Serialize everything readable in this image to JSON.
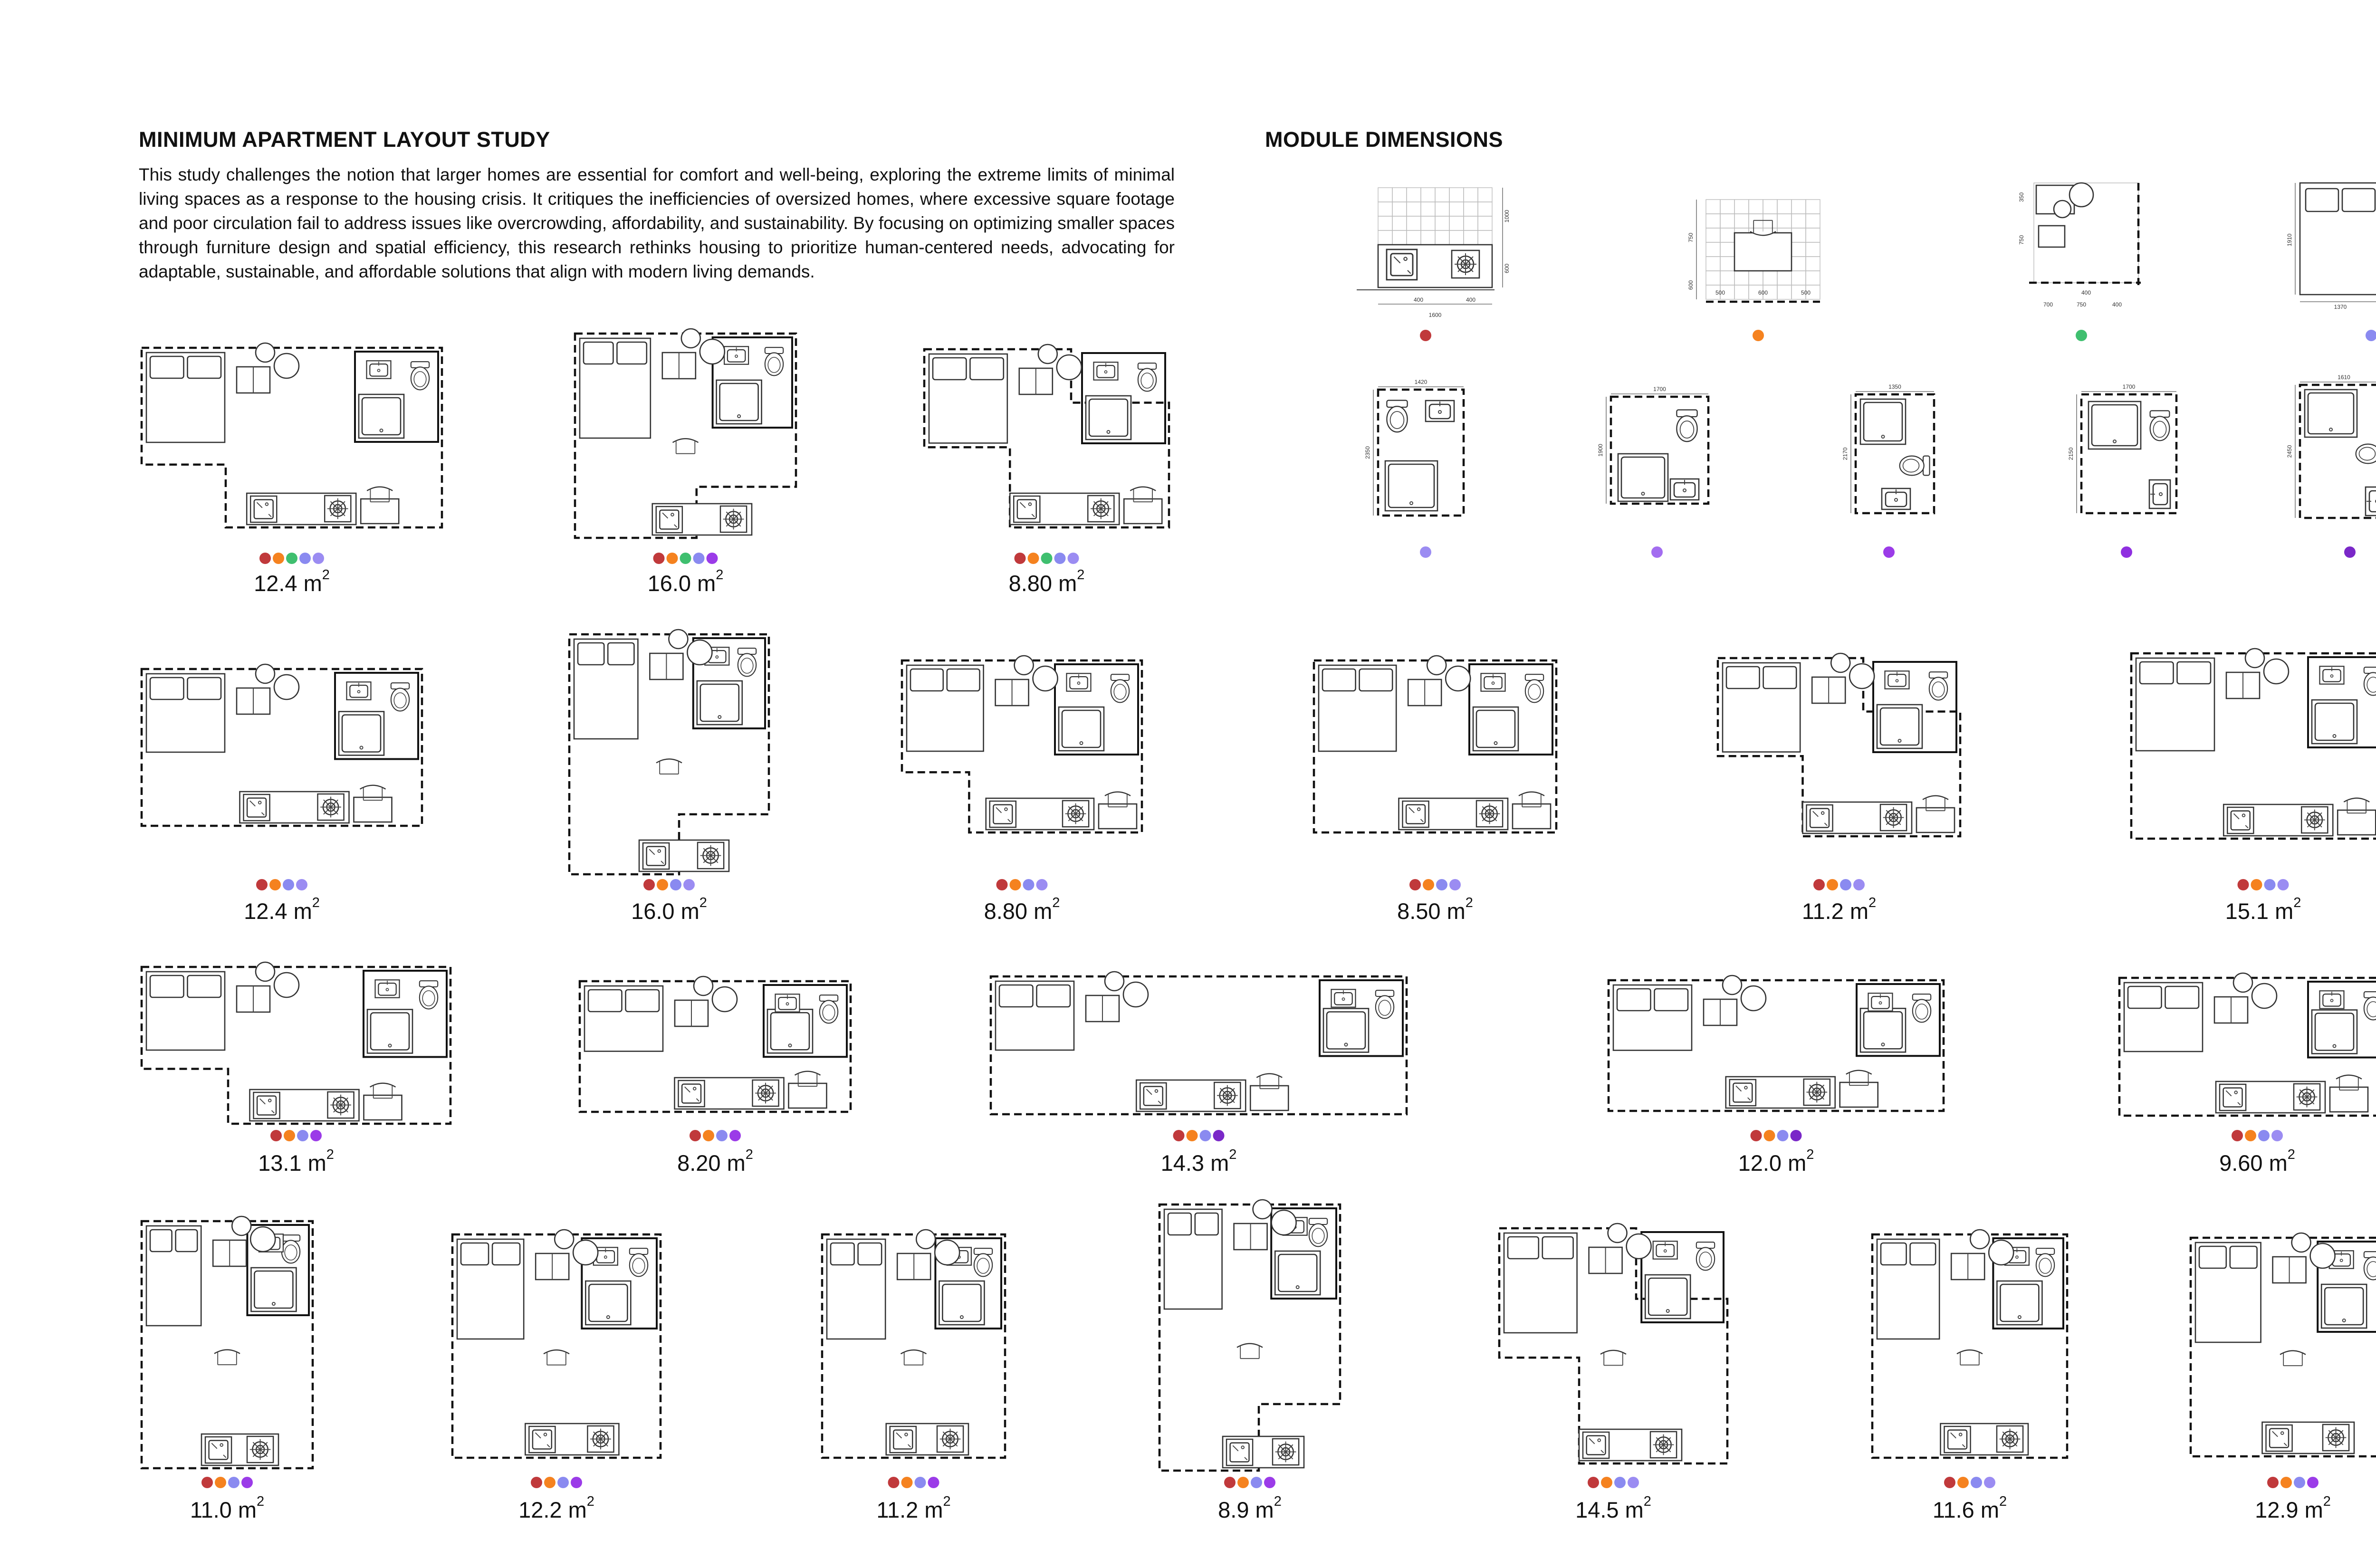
{
  "study_title": "MINIMUM APARTMENT LAYOUT STUDY",
  "module_title": "MODULE DIMENSIONS",
  "intro": "This study challenges the notion that larger homes are essential for comfort and well-being, exploring the extreme limits of minimal living spaces as a response to the housing crisis. It critiques the inefficiencies of oversized homes, where excessive square footage and poor circulation fail to address issues like overcrowding, affordability, and sustainability. By focusing on optimizing smaller spaces through furniture design and spatial efficiency, this research rethinks housing to prioritize human-centered needs, advocating for adaptable, sustainable, and affordable solutions that align with modern living demands.",
  "area_unit": "m",
  "area_exponent": "2",
  "module_colors": [
    "#c0393b",
    "#f5821f",
    "#3fbf6f",
    "#8a8af0",
    "#9b8cf2",
    "#a36df0",
    "#9b3be8",
    "#8f2fe0",
    "#7a28c8"
  ],
  "modules": [
    {
      "kind": "kitchen",
      "dims": [
        "1600",
        "400",
        "400",
        "1000",
        "600"
      ]
    },
    {
      "kind": "desk",
      "dims": [
        "500",
        "600",
        "500",
        "750",
        "600"
      ]
    },
    {
      "kind": "wardrobe",
      "dims": [
        "700",
        "750",
        "400",
        "400",
        "750",
        "350"
      ]
    },
    {
      "kind": "bed",
      "dims": [
        "1370",
        "1910"
      ]
    },
    {
      "kind": "bath",
      "dims": [
        "1420",
        "2350"
      ]
    },
    {
      "kind": "bath",
      "dims": [
        "1700",
        "1900"
      ]
    },
    {
      "kind": "bath",
      "dims": [
        "1350",
        "2170"
      ]
    },
    {
      "kind": "bath",
      "dims": [
        "1700",
        "2150"
      ]
    },
    {
      "kind": "bath",
      "dims": [
        "1610",
        "2450"
      ]
    }
  ],
  "layouts": [
    {
      "area": "12.4",
      "dots": [
        0,
        1,
        2,
        3,
        4
      ]
    },
    {
      "area": "16.0",
      "dots": [
        0,
        1,
        2,
        3,
        6
      ]
    },
    {
      "area": "8.80",
      "dots": [
        0,
        1,
        2,
        3,
        4
      ]
    },
    {
      "area": "12.4",
      "dots": [
        0,
        1,
        3,
        4
      ]
    },
    {
      "area": "16.0",
      "dots": [
        0,
        1,
        3,
        4
      ]
    },
    {
      "area": "8.80",
      "dots": [
        0,
        1,
        3,
        4
      ]
    },
    {
      "area": "8.50",
      "dots": [
        0,
        1,
        3,
        4
      ]
    },
    {
      "area": "11.2",
      "dots": [
        0,
        1,
        3,
        4
      ]
    },
    {
      "area": "15.1",
      "dots": [
        0,
        1,
        3,
        4
      ]
    },
    {
      "area": "13.1",
      "dots": [
        0,
        1,
        3,
        6
      ]
    },
    {
      "area": "8.20",
      "dots": [
        0,
        1,
        3,
        6
      ]
    },
    {
      "area": "14.3",
      "dots": [
        0,
        1,
        3,
        8
      ]
    },
    {
      "area": "12.0",
      "dots": [
        0,
        1,
        3,
        8
      ]
    },
    {
      "area": "9.60",
      "dots": [
        0,
        1,
        3,
        4
      ]
    },
    {
      "area": "11.0",
      "dots": [
        0,
        1,
        3,
        6
      ]
    },
    {
      "area": "12.2",
      "dots": [
        0,
        1,
        3,
        6
      ]
    },
    {
      "area": "11.2",
      "dots": [
        0,
        1,
        3,
        6
      ]
    },
    {
      "area": "8.9",
      "dots": [
        0,
        1,
        3,
        6
      ]
    },
    {
      "area": "14.5",
      "dots": [
        0,
        1,
        3,
        4
      ]
    },
    {
      "area": "11.6",
      "dots": [
        0,
        1,
        3,
        4
      ]
    },
    {
      "area": "12.9",
      "dots": [
        0,
        1,
        3,
        6
      ]
    }
  ]
}
